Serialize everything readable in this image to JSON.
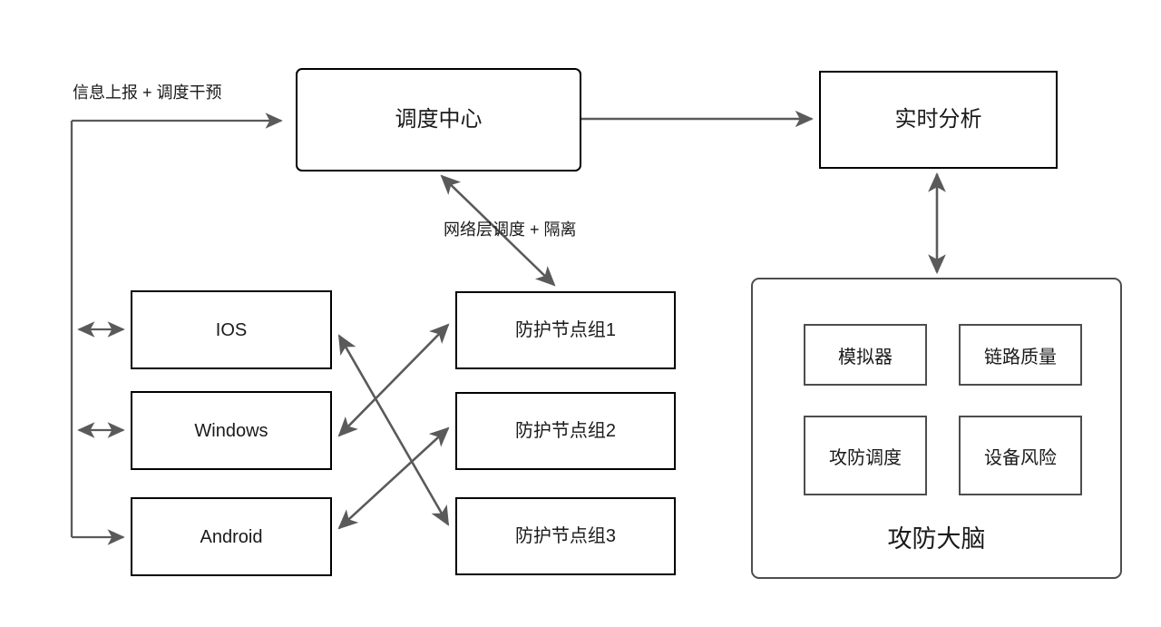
{
  "diagram": {
    "title_node": "调度中心",
    "nodes": {
      "hub": "调度中心",
      "analysis": "实时分析",
      "ios": "IOS",
      "windows": "Windows",
      "android": "Android",
      "guard1": "防护节点组1",
      "guard2": "防护节点组2",
      "guard3": "防护节点组3"
    },
    "brain": {
      "title": "攻防大脑",
      "cells": [
        "模拟器",
        "链路质量",
        "攻防调度",
        "设备风险"
      ]
    },
    "edge_labels": {
      "report": "信息上报 + 调度干预",
      "network_schedule": "网络层调度 + 隔离"
    },
    "colors": {
      "node_border": "#000000",
      "panel_border": "#4d4d4d",
      "edge": "#5a5a5a",
      "text": "#1a1a1a",
      "background": "#ffffff"
    }
  }
}
